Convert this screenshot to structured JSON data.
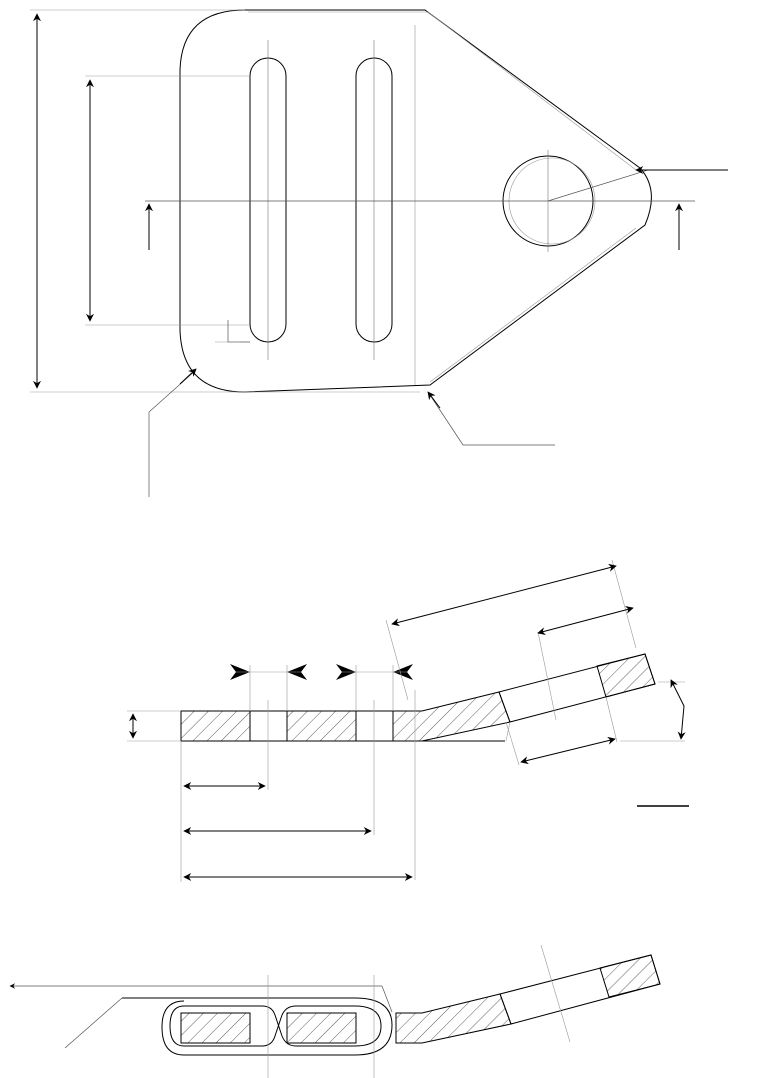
{
  "figure": {
    "title": "",
    "views": [
      "plan-view",
      "section-view",
      "assembly-view"
    ],
    "colors": {
      "line": "#000000",
      "extension": "#999999",
      "background": "#ffffff"
    }
  }
}
